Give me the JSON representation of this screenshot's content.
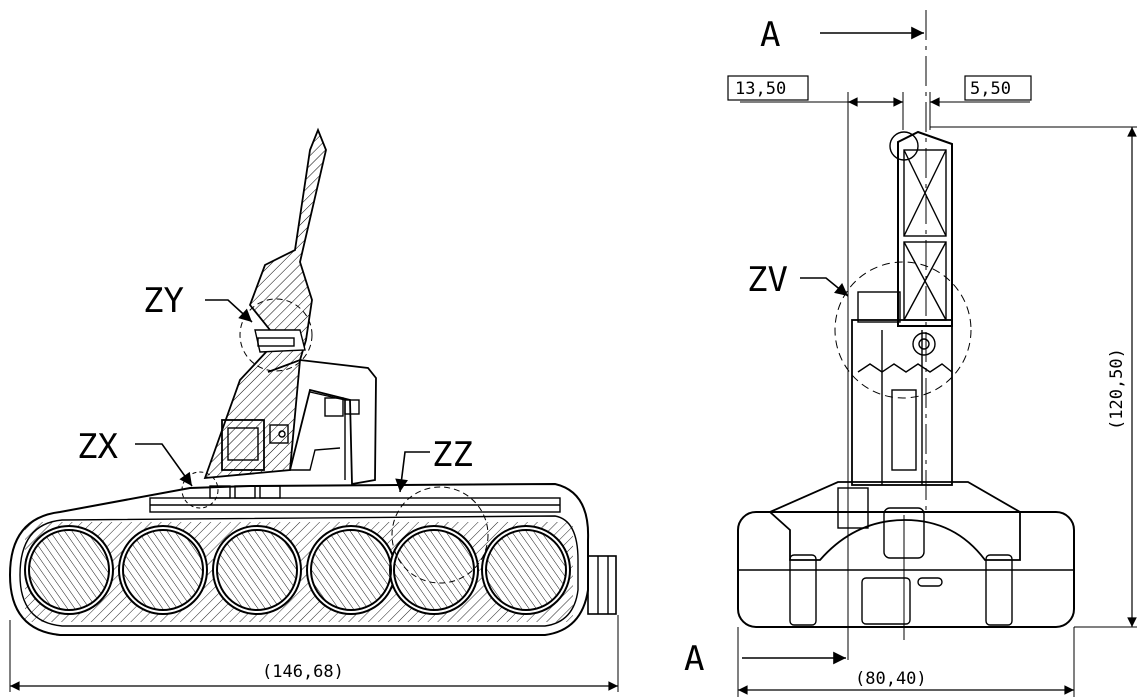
{
  "side_view": {
    "zone_labels": {
      "zy": "ZY",
      "zx": "ZX",
      "zz": "ZZ"
    },
    "overall_length": "(146,68)"
  },
  "front_view": {
    "zone_label": "ZV",
    "section_marker": "A",
    "dim_left_offset": "13,50",
    "dim_right_offset": "5,50",
    "overall_height": "(120,50)",
    "overall_width": "(80,40)"
  }
}
